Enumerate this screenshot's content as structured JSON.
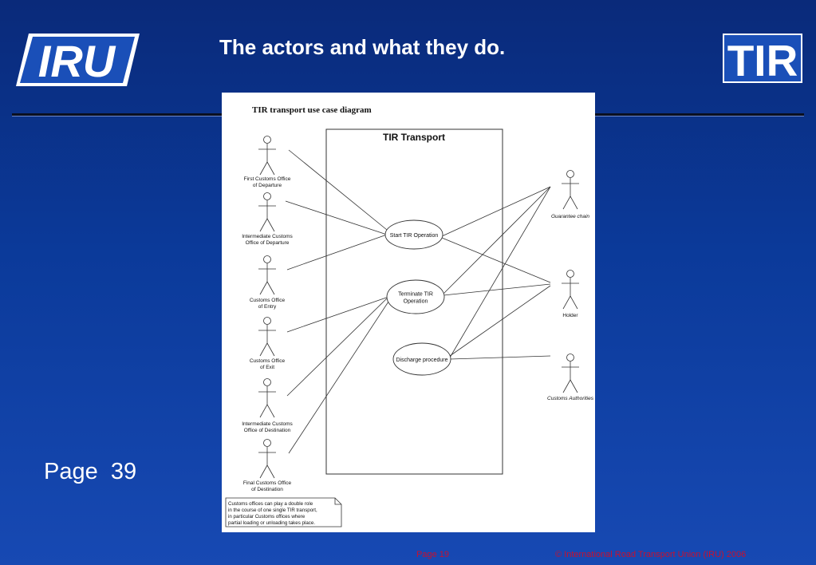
{
  "header": {
    "title": "The actors and what they do.",
    "logo_left_text": "IRU",
    "logo_right_text": "TIR"
  },
  "diagram": {
    "caption": "TIR transport use case diagram",
    "system_title": "TIR Transport",
    "use_cases": [
      {
        "id": "start",
        "label": [
          "Start TIR Operation"
        ]
      },
      {
        "id": "terminate",
        "label": [
          "Terminate TIR",
          "Operation"
        ]
      },
      {
        "id": "discharge",
        "label": [
          "Discharge procedure"
        ]
      }
    ],
    "left_actors": [
      {
        "id": "first-dep",
        "label": [
          "First Customs Office",
          "of Departure"
        ]
      },
      {
        "id": "inter-dep",
        "label": [
          "Intermediate Customs",
          "Office of Departure"
        ]
      },
      {
        "id": "entry",
        "label": [
          "Customs Office",
          "of Entry"
        ]
      },
      {
        "id": "exit",
        "label": [
          "Customs Office",
          "of Exit"
        ]
      },
      {
        "id": "inter-dest",
        "label": [
          "Intermediate Customs",
          "Office of Destination"
        ]
      },
      {
        "id": "final-dest",
        "label": [
          "Final Customs Office",
          "of Destination"
        ]
      }
    ],
    "right_actors": [
      {
        "id": "guarantee",
        "label": [
          "Guarantee chain"
        ]
      },
      {
        "id": "holder",
        "label": [
          "Holder"
        ]
      },
      {
        "id": "authorities",
        "label": [
          "Customs Authorities"
        ]
      }
    ],
    "note": [
      "Customs offices can play a double role",
      "in the course of one single TIR transport,",
      "in particular Customs offices where",
      "partial loading or unloading takes place."
    ]
  },
  "slide": {
    "page_label": "Page  39"
  },
  "footer": {
    "page": "Page 19",
    "copyright": "© International Road Transport Union (IRU) 2006"
  },
  "colors": {
    "background_top": "#0a2a7a",
    "background_bottom": "#1749b3",
    "footer_text": "#c8102e",
    "title_text": "#ffffff"
  }
}
